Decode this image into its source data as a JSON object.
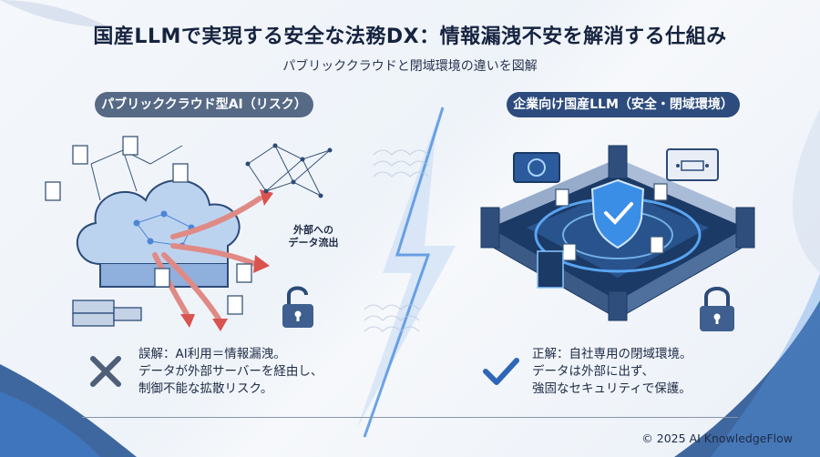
{
  "header": {
    "title": "国産LLMで実現する安全な法務DX：情報漏洩不安を解消する仕組み",
    "subtitle": "パブリッククラウドと閉域環境の違いを図解"
  },
  "left_panel": {
    "label": "パブリッククラウド型AI（リスク）",
    "flow_label_line1": "外部への",
    "flow_label_line2": "データ流出",
    "caption_line1": "誤解：AI利用＝情報漏洩。",
    "caption_line2": "データが外部サーバーを経由し、",
    "caption_line3": "制御不能な拡散リスク。"
  },
  "right_panel": {
    "label": "企業向け国産LLM（安全・閉域環境）",
    "caption_line1": "正解：自社専用の閉域環境。",
    "caption_line2": "データは外部に出ず、",
    "caption_line3": "強固なセキュリティで保護。"
  },
  "footer": {
    "copyright": "© 2025 AI KnowledgeFlow"
  },
  "colors": {
    "dark_navy": "#16233f",
    "risk_red": "#d9534f",
    "secure_blue": "#2f7fd8",
    "pill_grey": "#566a86",
    "pill_navy": "#2d4b7d"
  }
}
